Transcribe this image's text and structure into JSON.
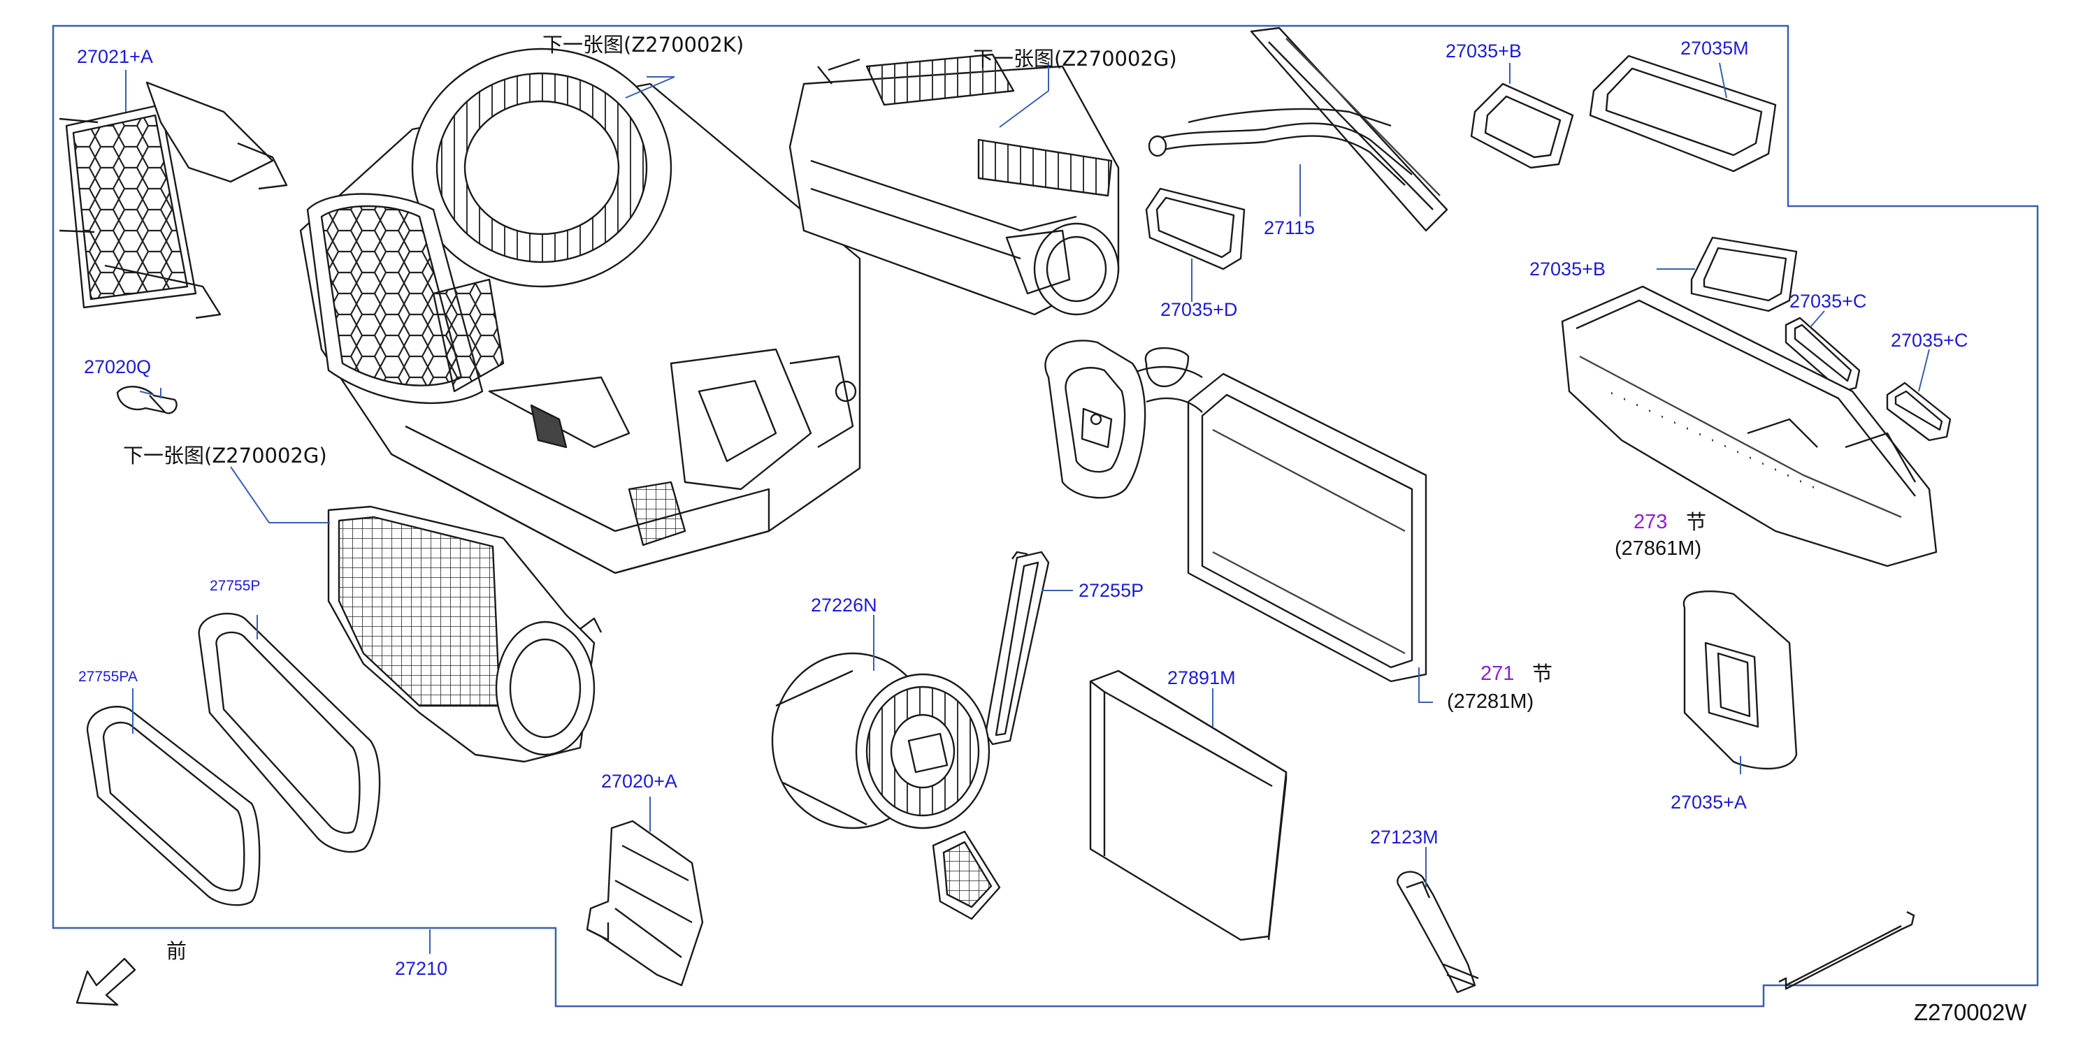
{
  "diagram_code": "Z270002W",
  "front_label": "前",
  "cross_refs": {
    "ref_top_center": "下一张图(Z270002K)",
    "ref_top_right": "下一张图(Z270002G)",
    "ref_left": "下一张图(Z270002G)"
  },
  "parts": {
    "p27021A": "27021+A",
    "p27020Q": "27020Q",
    "p27755P": "27755P",
    "p27755PA": "27755PA",
    "p27210": "27210",
    "p27020A": "27020+A",
    "p27226N": "27226N",
    "p27255P": "27255P",
    "p27891M": "27891M",
    "p27123M": "27123M",
    "p27115": "27115",
    "p27035D": "27035+D",
    "p27035B_top": "27035+B",
    "p27035M": "27035M",
    "p27035B_mid": "27035+B",
    "p27035C_1": "27035+C",
    "p27035C_2": "27035+C",
    "p27035A": "27035+A"
  },
  "assemblies": {
    "evap": {
      "count": "271",
      "unit": "节",
      "part": "(27281M)"
    },
    "duct": {
      "count": "273",
      "unit": "节",
      "part": "(27861M)"
    }
  },
  "colors": {
    "part_number": "#1b1bd6",
    "callout_line": "#3a5fb0",
    "count": "#8a1fd0",
    "outline": "#1a1a1a"
  }
}
